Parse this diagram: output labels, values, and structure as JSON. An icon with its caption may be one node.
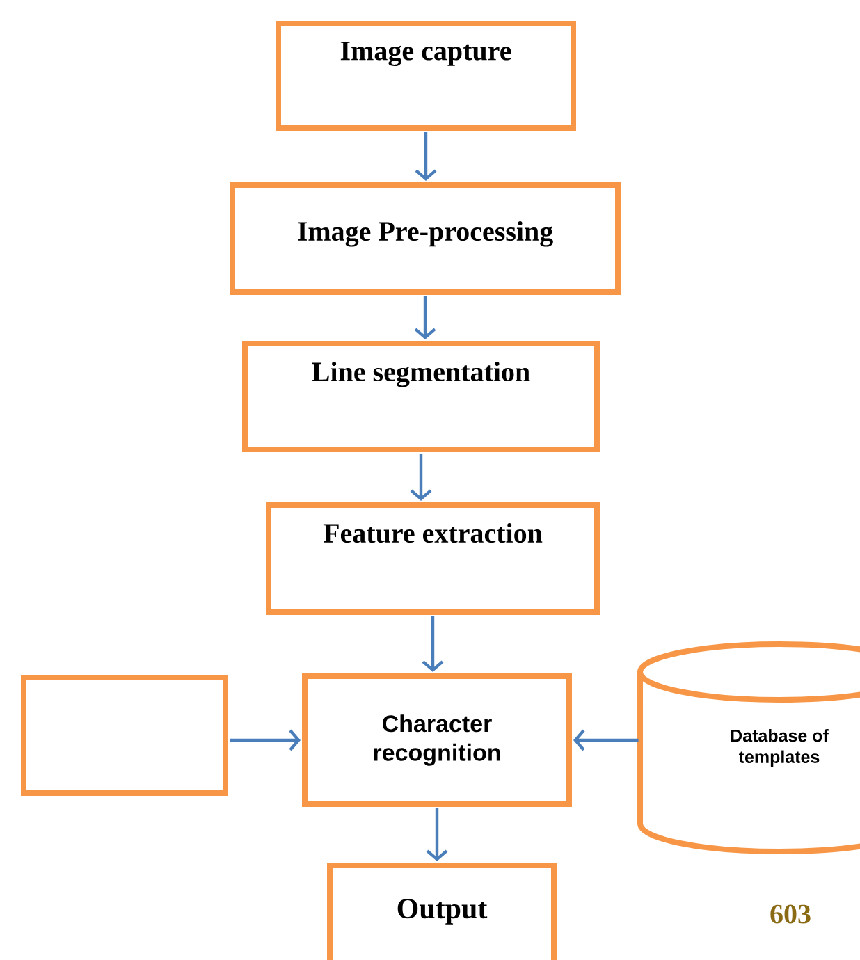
{
  "diagram": {
    "nodes": [
      {
        "text": [
          "Image capture"
        ]
      },
      {
        "text": [
          "Image Pre-processing"
        ]
      },
      {
        "text": [
          "Line segmentation"
        ]
      },
      {
        "text": [
          "Feature extraction"
        ]
      },
      {
        "text": [
          "Character recognition"
        ]
      },
      {
        "text": [],
        "shape": "box"
      },
      {
        "text": [
          "Database of templates"
        ]
      },
      {
        "text": [
          "Output"
        ]
      }
    ],
    "edges": [
      {
        "from": 0,
        "to": 1,
        "arrow": "to"
      },
      {
        "from": 1,
        "to": 2,
        "arrow": "to"
      },
      {
        "from": 2,
        "to": 3,
        "arrow": "to"
      },
      {
        "from": 3,
        "to": 4,
        "arrow": "to"
      },
      {
        "from": 5,
        "to": 4,
        "arrow": "to"
      },
      {
        "from": 6,
        "to": 4,
        "arrow": "to"
      },
      {
        "from": 4,
        "to": 7,
        "arrow": "to"
      }
    ],
    "labels": [
      "603"
    ]
  }
}
